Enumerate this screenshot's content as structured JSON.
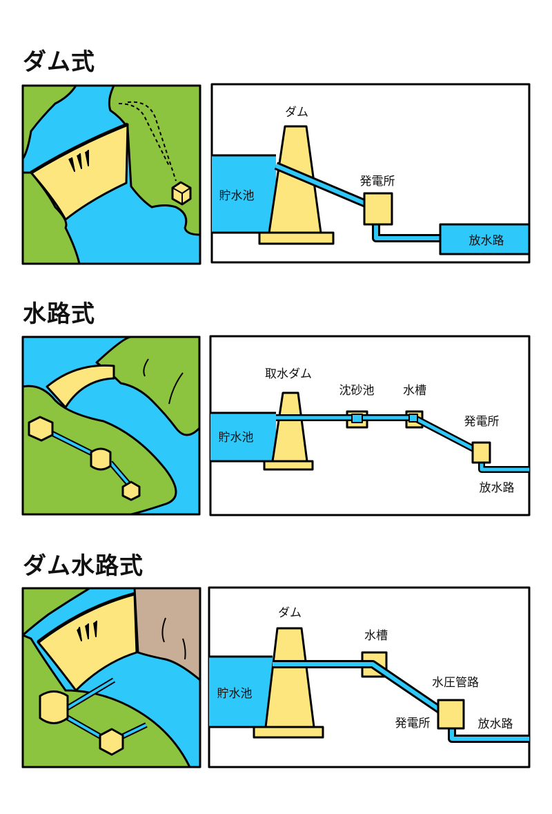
{
  "colors": {
    "water": "#2ec8fb",
    "structure": "#fde67e",
    "land": "#8cc43f",
    "rock": "#c8ae96",
    "outline": "#000000"
  },
  "sections": [
    {
      "title": "ダム式",
      "labels": {
        "dam": "ダム",
        "reservoir": "貯水池",
        "powerhouse": "発電所",
        "tailrace": "放水路"
      }
    },
    {
      "title": "水路式",
      "labels": {
        "dam": "取水ダム",
        "reservoir": "貯水池",
        "settling_basin": "沈砂池",
        "head_tank": "水槽",
        "powerhouse": "発電所",
        "tailrace": "放水路"
      }
    },
    {
      "title": "ダム水路式",
      "labels": {
        "dam": "ダム",
        "reservoir": "貯水池",
        "head_tank": "水槽",
        "penstock": "水圧管路",
        "powerhouse": "発電所",
        "tailrace": "放水路"
      }
    }
  ]
}
